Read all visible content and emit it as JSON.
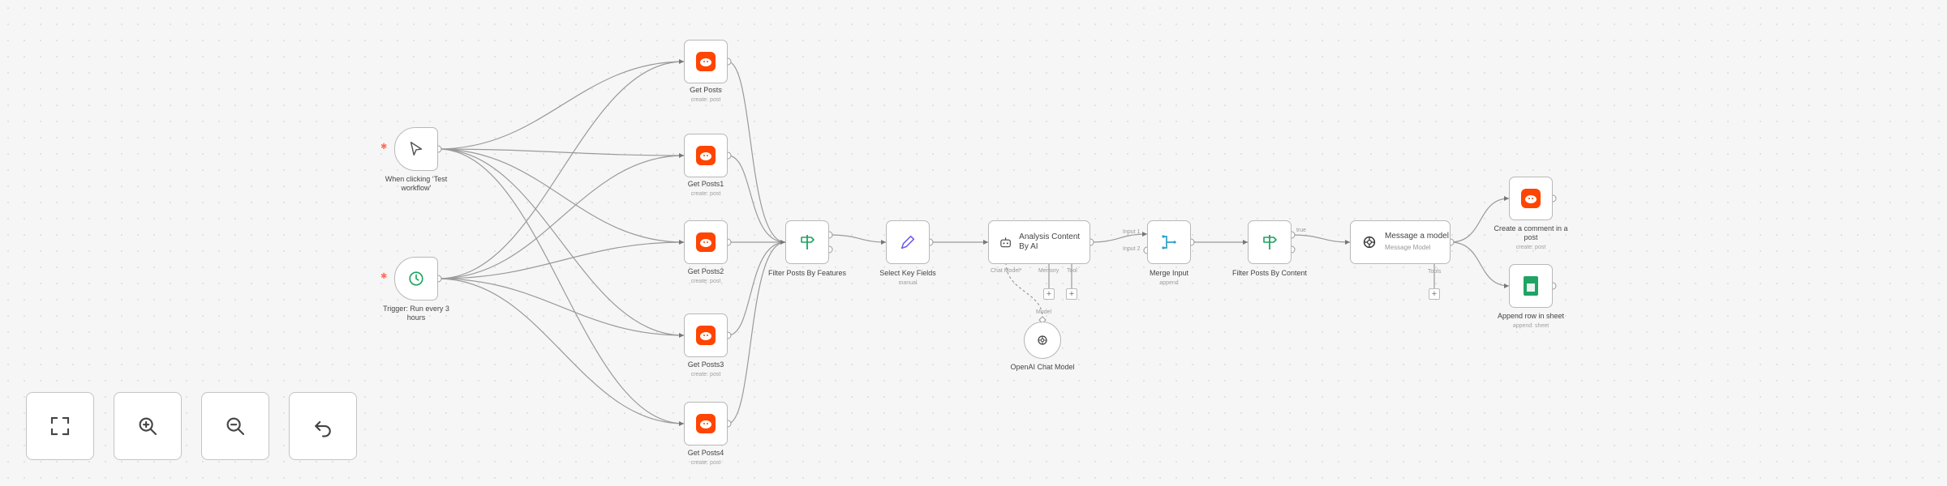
{
  "nodes": {
    "manual_trigger": {
      "label": "When clicking ‘Test workflow’"
    },
    "schedule_trigger": {
      "label": "Trigger: Run every 3 hours"
    },
    "get_posts": {
      "label": "Get Posts",
      "sub": "create: post"
    },
    "get_posts1": {
      "label": "Get Posts1",
      "sub": "create: post"
    },
    "get_posts2": {
      "label": "Get Posts2",
      "sub": "create: post"
    },
    "get_posts3": {
      "label": "Get Posts3",
      "sub": "create: post"
    },
    "get_posts4": {
      "label": "Get Posts4",
      "sub": "create: post"
    },
    "filter_features": {
      "label": "Filter Posts By Features"
    },
    "select_fields": {
      "label": "Select Key Fields",
      "sub": "manual"
    },
    "analysis": {
      "title": "Analysis Content By AI",
      "ports": [
        "Chat Model*",
        "Memory",
        "Tool"
      ]
    },
    "openai_model": {
      "label": "OpenAI Chat Model",
      "port": "Model"
    },
    "merge": {
      "label": "Merge Input",
      "sub": "append",
      "inputs": [
        "Input 1",
        "Input 2"
      ]
    },
    "filter_content": {
      "label": "Filter Posts By Content",
      "out_true": "true"
    },
    "message_model": {
      "title": "Message a model",
      "sub": "Message Model",
      "port": "Tools"
    },
    "create_comment": {
      "label": "Create a comment in a post",
      "sub": "create: post"
    },
    "append_sheet": {
      "label": "Append row in sheet",
      "sub": "append: sheet"
    }
  },
  "controls": {
    "zoom_to_fit": "zoom-to-fit-icon",
    "zoom_in": "zoom-in-icon",
    "zoom_out": "zoom-out-icon",
    "undo": "undo-icon"
  },
  "colors": {
    "reddit": "#ff4500",
    "sheets": "#1fa463",
    "trigger": "#ff6d5a",
    "edge": "#9a9a9a"
  }
}
